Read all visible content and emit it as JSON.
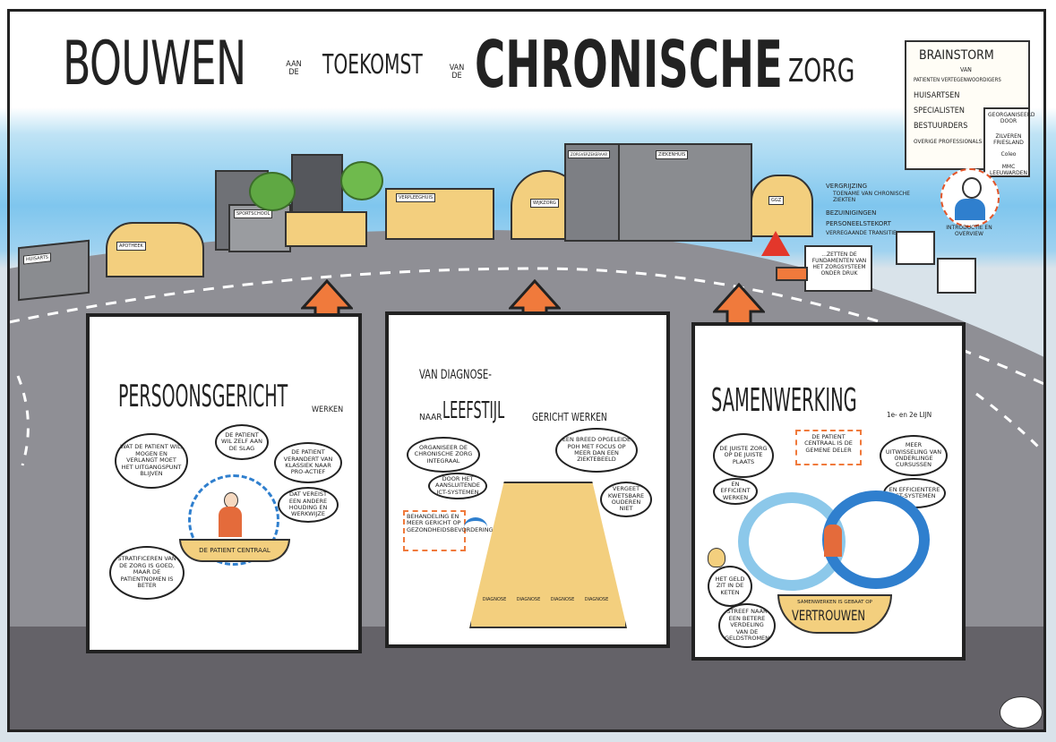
{
  "title": {
    "word1": "BOUWEN",
    "small1": "AAN DE",
    "word2": "TOEKOMST",
    "small2": "VAN DE",
    "word3": "CHRONISCHE",
    "word4": "ZORG"
  },
  "brainstorm": {
    "heading": "BRAINSTORM",
    "van": "VAN",
    "lines": [
      "PATIENTEN VERTEGENWOORDIGERS",
      "HUISARTSEN",
      "SPECIALISTEN",
      "BESTUURDERS",
      "OVERIGE PROFESSIONALS"
    ],
    "org_label": "GEORGANISEERD DOOR",
    "orgs": [
      "ZILVEREN FRIESLAND",
      "Coleo",
      "MMC LEEUWARDEN"
    ],
    "presenter": "INTRODUCTIE EN OVERVIEW"
  },
  "buildings": {
    "huisarts": "HUISARTS",
    "apotheek": "APOTHEEK",
    "sportschool": "SPORTSCHOOL",
    "verpleeghuis": "VERPLEEGHUIS",
    "wijkzorg": "WIJKZORG",
    "ziekenhuis": "ZIEKENHUIS",
    "ggz": "GGZ",
    "zorgverzekeraar": "ZORGVERZEKERAAR"
  },
  "pressures": {
    "items": [
      "VERGRIJZING",
      "TOENAME VAN CHRONISCHE ZIEKTEN",
      "BEZUINIGINGEN",
      "PERSONEELSTEKORT",
      "VERREGAANDE TRANSITIE"
    ],
    "fundament": "...ZETTEN DE FUNDAMENTEN VAN HET ZORGSYSTEEM ONDER DRUK"
  },
  "panel1": {
    "title": "PERSOONSGERICHT",
    "suffix": "WERKEN",
    "bubbles": [
      "WAT DE PATIENT WIL, MOGEN EN VERLANGT MOET HET UITGANGSPUNT BLIJVEN",
      "DE PATIENT WIL ZELF AAN DE SLAG",
      "DE PATIENT VERANDERT VAN KLASSIEK NAAR PRO-ACTIEF",
      "DAT VEREIST EEN ANDERE HOUDING EN WERKWIJZE",
      "STRATIFICEREN VAN DE ZORG IS GOED, MAAR DE PATIENTNOMEN IS BETER"
    ],
    "ribbon": "DE PATIENT CENTRAAL"
  },
  "panel2": {
    "line1": "VAN DIAGNOSE-",
    "line2_prefix": "NAAR",
    "line2_big": "LEEFSTIJL",
    "line2_suffix": "GERICHT WERKEN",
    "bubbles": [
      "ORGANISEER DE CHRONISCHE ZORG INTEGRAAL",
      "DOOR HET AANSLUITENDE ICT-SYSTEMEN",
      "EEN BREED OPGELEIDE POH MET FOCUS OP MEER DAN EEN ZIEKTEBEELD",
      "VERGEET KWETSBARE OUDEREN NIET"
    ],
    "note": "BEHANDELING EN MEER GERICHT OP GEZONDHEIDSBEVORDERING",
    "arches": [
      "DIAGNOSE",
      "DIAGNOSE",
      "DIAGNOSE",
      "DIAGNOSE"
    ]
  },
  "panel3": {
    "title": "SAMENWERKING",
    "suffix": "1e- en 2e LIJN",
    "bubbles": [
      "DE JUISTE ZORG OP DE JUISTE PLAATS",
      "EN EFFICIENT WERKEN",
      "MEER UITWISSELING VAN ONDERLINGE CURSUSSEN",
      "EN EFFICIENTERE ICT-SYSTEMEN",
      "HET GELD ZIT IN DE KETEN",
      "STREEF NAAR EEN BETERE VERDELING VAN DE GELDSTROMEN"
    ],
    "note": "DE PATIENT CENTRAAL IS DE GEMENE DELER",
    "ribbon_small": "SAMENWERKEN IS GEBAAT OP",
    "ribbon_big": "VERTROUWEN"
  },
  "colors": {
    "sky": "#7fc6ee",
    "road": "#8f8f95",
    "arrow": "#f07a3c",
    "building_yellow": "#f3cf7e",
    "building_gray": "#8a8c90",
    "ring_light": "#8cc8ea",
    "ring_dark": "#2f7fce",
    "note_border": "#f07a3c"
  }
}
